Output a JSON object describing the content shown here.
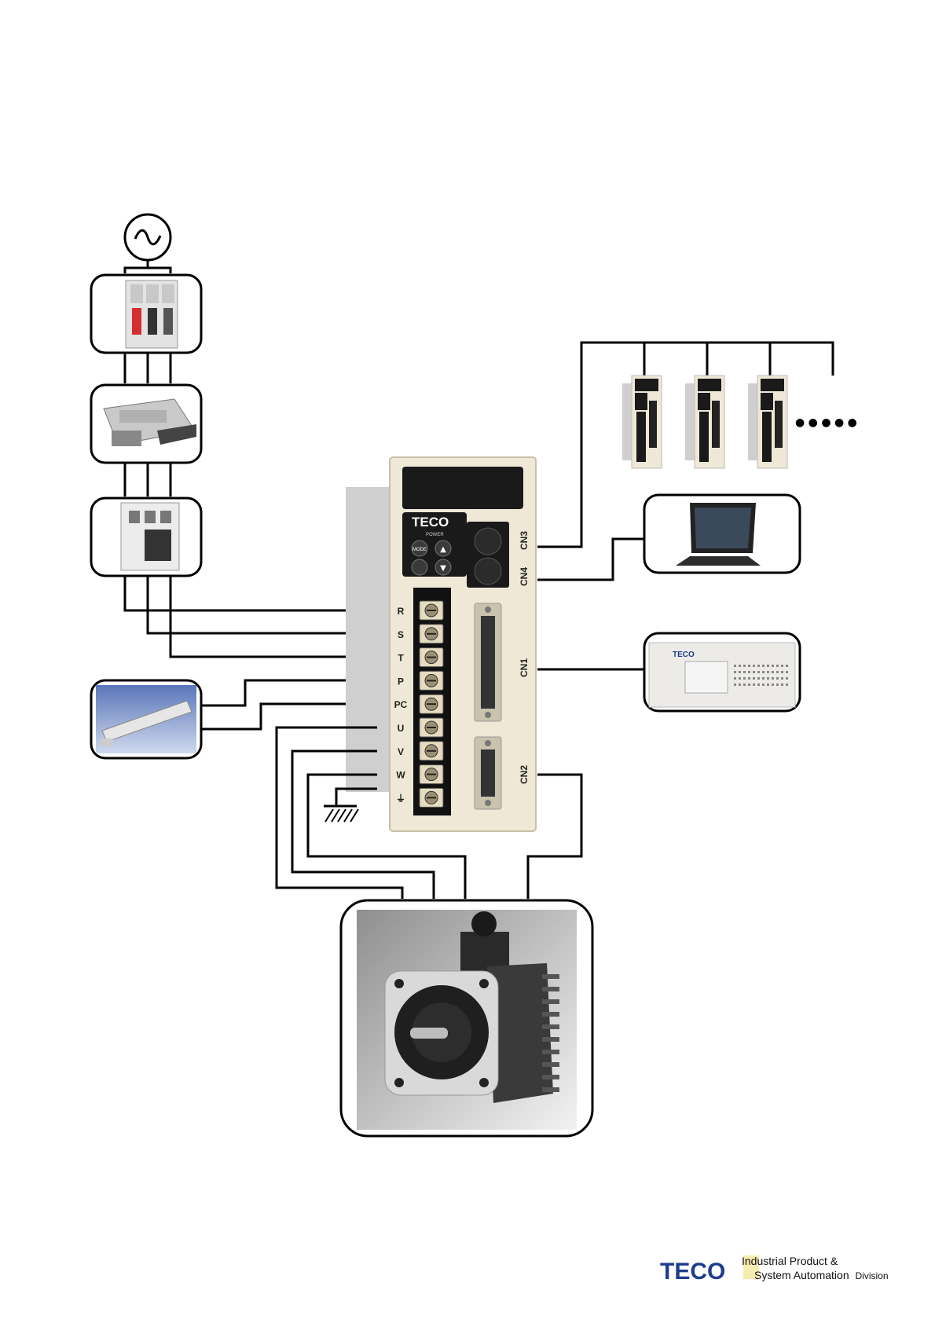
{
  "drive": {
    "brand": "TECO",
    "power_label": "POWER",
    "keys": [
      "MODE",
      "▲",
      "▼"
    ],
    "terminals": [
      "R",
      "S",
      "T",
      "P",
      "PC",
      "U",
      "V",
      "W",
      "⏚"
    ],
    "connectors": [
      "CN3",
      "CN4",
      "CN1",
      "CN2"
    ]
  },
  "plc": {
    "brand": "TECO"
  },
  "network": {
    "ellipsis": "● ● ● ● ●"
  },
  "footer": {
    "brand": "TECO",
    "line1": "Industrial Product &",
    "line2a": "System Automation",
    "line2b": "Division"
  },
  "colors": {
    "drive_body": "#efe8d6",
    "drive_panel": "#1a1a1a",
    "heatsink": "#cfcfcf",
    "brand_blue": "#1f3c8c",
    "footer_highlight": "#f6ecb0"
  }
}
